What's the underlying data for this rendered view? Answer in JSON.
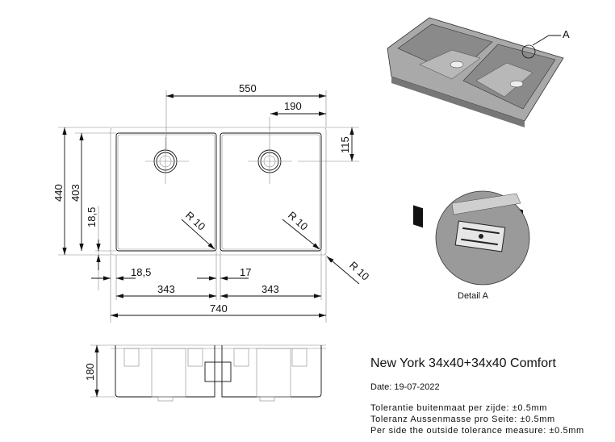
{
  "title": "New York 34x40+34x40 Comfort",
  "date": "Date: 19-07-2022",
  "tolerances": [
    "Tolerantie buitenmaat per zijde: ±0.5mm",
    "Toleranz Aussenmasse pro Seite: ±0.5mm",
    "Per side the outside tolerance measure: ±0.5mm"
  ],
  "dimensions": {
    "drain_distance": "550",
    "drain_offset_right": "190",
    "drain_offset_top": "115",
    "total_depth": "440",
    "inner_depth": "403",
    "edge_vertical": "18,5",
    "edge_horizontal": "18,5",
    "divider": "17",
    "basin_left_width": "343",
    "basin_right_width": "343",
    "total_width": "740",
    "radius_left": "R 10",
    "radius_right": "R 10",
    "radius_outer": "R 10",
    "height": "180"
  },
  "detail_marker": "A",
  "detail_label": "Detail A"
}
